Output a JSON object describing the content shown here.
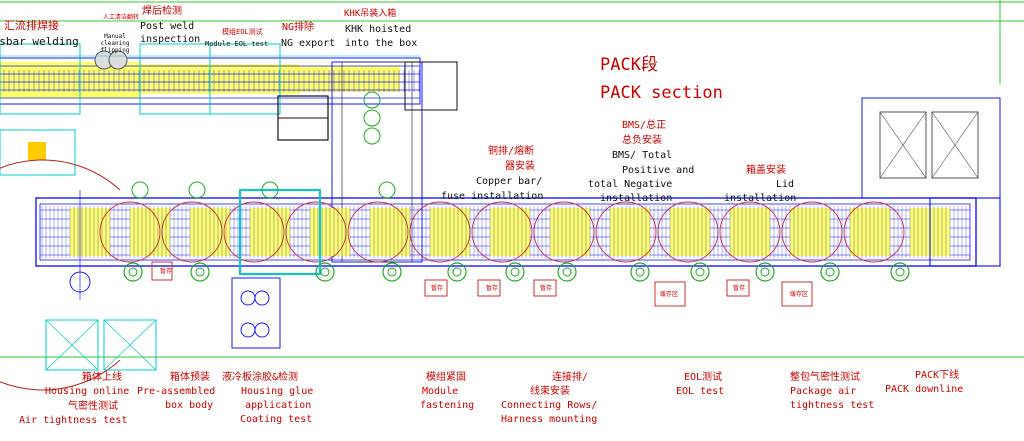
{
  "colors": {
    "background": "#ffffff",
    "frame_green": "#33cc33",
    "conveyor_blue": "#1a1aff",
    "cyan": "#00cccc",
    "yellow": "#ffff66",
    "red_label": "#cc0000",
    "magenta": "#cc00cc",
    "robot_green": "#22aa22",
    "station_red": "#cc3333",
    "black": "#111111"
  },
  "section": {
    "title_cn": "PACK段",
    "title_en": "PACK section"
  },
  "top_labels": [
    {
      "cn": "汇流排焊接",
      "en": "busbar welding"
    },
    {
      "cn": "人工清洁翻转",
      "en": "Manual cleaning flipping"
    },
    {
      "cn": "焊后检测",
      "en1": "Post weld",
      "en2": "inspection"
    },
    {
      "cn": "模组EOL测试",
      "en": "Module EOL test"
    },
    {
      "cn": "NG排除",
      "en": "NG export"
    },
    {
      "cn": "KHK吊装入箱",
      "en1": "KHK hoisted",
      "en2": "into the box"
    }
  ],
  "mid_labels": [
    {
      "cn1": "铜排/熔断",
      "cn2": "器安装",
      "en1": "Copper bar/",
      "en2": "fuse installation"
    },
    {
      "cn1": "BMS/总正",
      "cn2": "总负安装",
      "en1": "BMS/ Total",
      "en2": "Positive and",
      "en3": "total Negative",
      "en4": "installation"
    },
    {
      "cn": "箱盖安装",
      "en1": "Lid",
      "en2": "installation"
    }
  ],
  "bottom_labels": [
    {
      "cn1": "箱体上线",
      "en1": "Housing online",
      "cn2": "气密性测试",
      "en2": "Air tightness test"
    },
    {
      "cn": "箱体预装",
      "en1": "Pre-assembled",
      "en2": "box body"
    },
    {
      "cn": "液冷板涂胶&检测",
      "en1": "Housing glue",
      "en2": "application",
      "en3": "Coating test"
    },
    {
      "cn": "模组紧固",
      "en1": "Module",
      "en2": "fastening"
    },
    {
      "cn1": "连接排/",
      "cn2": "线束安装",
      "en1": "Connecting Rows/",
      "en2": "Harness mounting"
    },
    {
      "cn": "EOL测试",
      "en": "EOL test"
    },
    {
      "cn": "整包气密性测试",
      "en1": "Package air",
      "en2": "tightness test"
    },
    {
      "cn": "PACK下线",
      "en": "PACK downline"
    }
  ],
  "small_box_labels": [
    "暂存",
    "暂存",
    "暂存",
    "暂存",
    "缓存区",
    "暂存",
    "缓存区"
  ]
}
